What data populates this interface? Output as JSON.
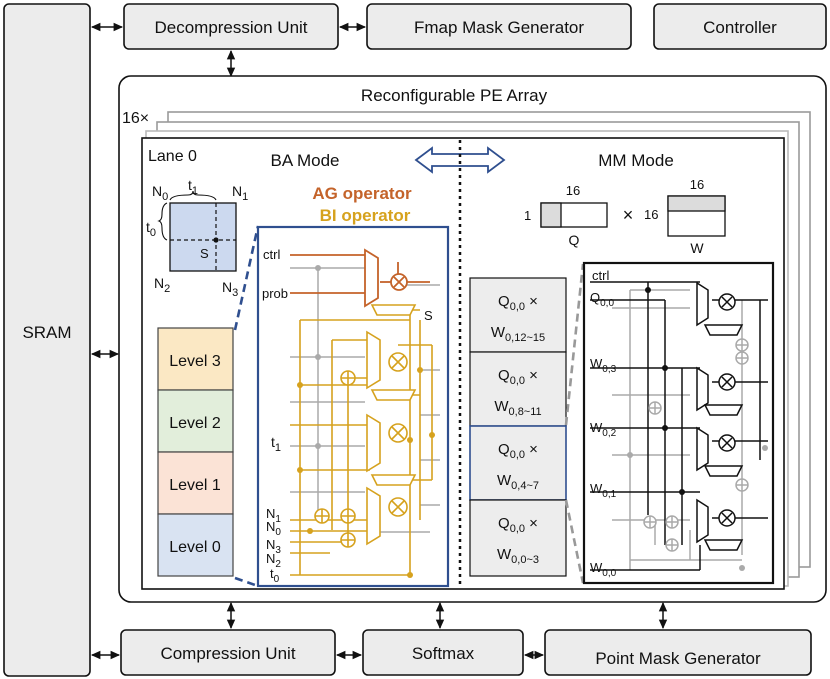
{
  "blocks": {
    "sram": "SRAM",
    "decompression": "Decompression Unit",
    "fmap_mask": "Fmap Mask Generator",
    "controller": "Controller",
    "compression": "Compression Unit",
    "softmax": "Softmax",
    "point_mask": "Point Mask Generator"
  },
  "pe_array": {
    "title": "Reconfigurable PE Array",
    "replication": "16×",
    "lane": "Lane 0",
    "ba_mode": "BA Mode",
    "mm_mode": "MM Mode"
  },
  "ba": {
    "grid": {
      "n0": "N",
      "n0_sub": "0",
      "n1": "N",
      "n1_sub": "1",
      "n2": "N",
      "n2_sub": "2",
      "n3": "N",
      "n3_sub": "3",
      "t0": "t",
      "t0_sub": "0",
      "t1": "t",
      "t1_sub": "1",
      "s": "S"
    },
    "ag_operator": "AG operator",
    "bi_operator": "BI  operator",
    "levels": [
      "Level 3",
      "Level 2",
      "Level 1",
      "Level 0"
    ],
    "signals": {
      "ctrl": "ctrl",
      "prob": "prob",
      "s": "S",
      "t1": "t",
      "t1_sub": "1",
      "n1": "N",
      "n1_sub": "1",
      "n0": "N",
      "n0_sub": "0",
      "n3": "N",
      "n3_sub": "3",
      "n2": "N",
      "n2_sub": "2",
      "t0": "t",
      "t0_sub": "0"
    }
  },
  "mm": {
    "q": {
      "rows": "1",
      "cols": "16",
      "label": "Q"
    },
    "times": "×",
    "w": {
      "rows": "16",
      "cols": "16",
      "label": "W"
    },
    "ops": [
      {
        "a": "Q",
        "a_sub": "0,0",
        "op": " ×",
        "b": "W",
        "b_sub": "0,12~15"
      },
      {
        "a": "Q",
        "a_sub": "0,0",
        "op": " ×",
        "b": "W",
        "b_sub": "0,8~11"
      },
      {
        "a": "Q",
        "a_sub": "0,0",
        "op": " ×",
        "b": "W",
        "b_sub": "0,4~7"
      },
      {
        "a": "Q",
        "a_sub": "0,0",
        "op": " ×",
        "b": "W",
        "b_sub": "0,0~3"
      }
    ],
    "signals": {
      "ctrl": "ctrl",
      "q00": "Q",
      "q00_sub": "0,0",
      "w03": "W",
      "w03_sub": "0,3",
      "w02": "W",
      "w02_sub": "0,2",
      "w01": "W",
      "w01_sub": "0,1",
      "w00": "W",
      "w00_sub": "0,0"
    }
  },
  "colors": {
    "ag": "#c4632a",
    "bi": "#d6a21e",
    "ba_border": "#2f4f8f",
    "level3": "#fbe8c4",
    "level2": "#e2eedb",
    "level1": "#fbe3d6",
    "level0": "#d9e3f2",
    "grid_fill": "#ccd9ef"
  }
}
